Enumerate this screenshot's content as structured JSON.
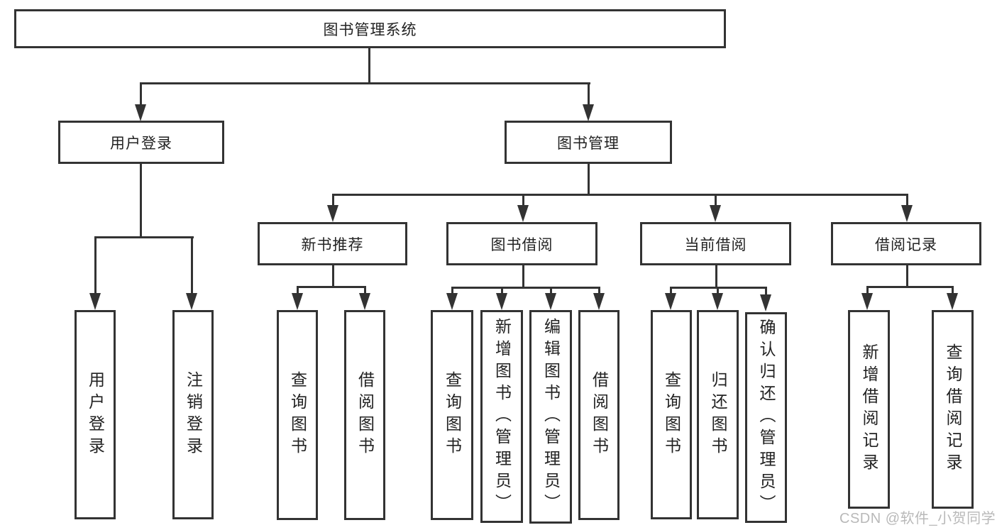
{
  "diagram": {
    "type": "hierarchy-tree",
    "title": "图书管理系统",
    "line_color": "#333333",
    "text_color": "#222222",
    "box_background": "#ffffff"
  },
  "nodes": {
    "root": {
      "label": "图书管理系统"
    },
    "user_login": {
      "label": "用户登录"
    },
    "book_mgmt": {
      "label": "图书管理"
    },
    "new_book_rec": {
      "label": "新书推荐"
    },
    "book_borrow": {
      "label": "图书借阅"
    },
    "current_borrow": {
      "label": "当前借阅"
    },
    "borrow_records": {
      "label": "借阅记录"
    },
    "leaf_login": {
      "label": "用户登录"
    },
    "leaf_logout": {
      "label": "注销登录"
    },
    "rec_query_books": {
      "label": "查询图书"
    },
    "rec_borrow_books": {
      "label": "借阅图书"
    },
    "bb_query_books": {
      "label": "查询图书"
    },
    "bb_add_books": {
      "label": "新增图书（管理员）"
    },
    "bb_edit_books": {
      "label": "编辑图书（管理员）"
    },
    "bb_borrow_books": {
      "label": "借阅图书"
    },
    "cb_query_books": {
      "label": "查询图书"
    },
    "cb_return_books": {
      "label": "归还图书"
    },
    "cb_confirm_return": {
      "label": "确认归还（管理员）"
    },
    "br_add_record": {
      "label": "新增借阅记录"
    },
    "br_query_record": {
      "label": "查询借阅记录"
    }
  },
  "hierarchy": [
    {
      "parent": "图书管理系统",
      "children": [
        "用户登录",
        "图书管理"
      ]
    },
    {
      "parent": "用户登录",
      "children": [
        "用户登录",
        "注销登录"
      ]
    },
    {
      "parent": "图书管理",
      "children": [
        "新书推荐",
        "图书借阅",
        "当前借阅",
        "借阅记录"
      ]
    },
    {
      "parent": "新书推荐",
      "children": [
        "查询图书",
        "借阅图书"
      ]
    },
    {
      "parent": "图书借阅",
      "children": [
        "查询图书",
        "新增图书（管理员）",
        "编辑图书（管理员）",
        "借阅图书"
      ]
    },
    {
      "parent": "当前借阅",
      "children": [
        "查询图书",
        "归还图书",
        "确认归还（管理员）"
      ]
    },
    {
      "parent": "借阅记录",
      "children": [
        "新增借阅记录",
        "查询借阅记录"
      ]
    }
  ],
  "watermark": {
    "text": "CSDN @软件_小贺同学",
    "color": "#b9b9b9"
  }
}
